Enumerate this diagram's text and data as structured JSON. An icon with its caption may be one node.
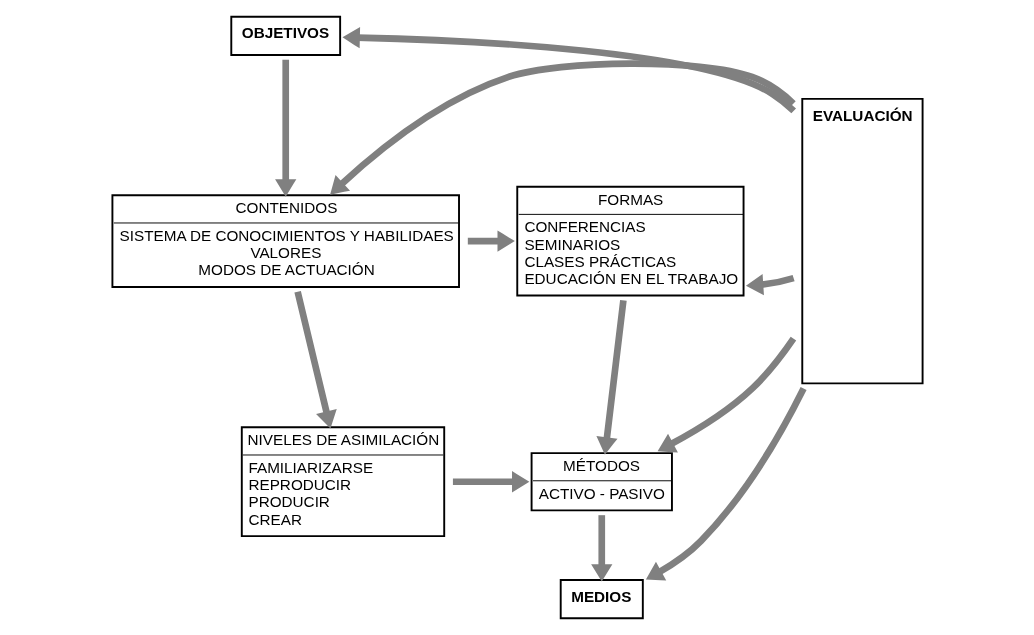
{
  "diagram": {
    "nodes": [
      {
        "text": [
          "OBJETIVOS"
        ]
      },
      {
        "text": [
          "EVALUACIÓN"
        ]
      },
      {
        "text": [
          "CONTENIDOS",
          "SISTEMA DE CONOCIMIENTOS Y HABILIDAES",
          "VALORES",
          "MODOS DE ACTUACIÓN"
        ]
      },
      {
        "text": [
          "FORMAS",
          "CONFERENCIAS",
          "SEMINARIOS",
          "CLASES PRÁCTICAS",
          "EDUCACIÓN EN EL TRABAJO"
        ]
      },
      {
        "text": [
          "NIVELES DE ASIMILACIÓN",
          "FAMILIARIZARSE",
          "REPRODUCIR",
          "PRODUCIR",
          "CREAR"
        ]
      },
      {
        "text": [
          "MÉTODOS",
          "ACTIVO - PASIVO"
        ]
      },
      {
        "text": [
          "MEDIOS"
        ]
      }
    ],
    "edges": [
      {
        "from": 1,
        "to": 0,
        "arrow": "to"
      },
      {
        "from": 0,
        "to": 2,
        "arrow": "to"
      },
      {
        "from": 1,
        "to": 2,
        "arrow": "to"
      },
      {
        "from": 2,
        "to": 3,
        "arrow": "to"
      },
      {
        "from": 1,
        "to": 3,
        "arrow": "to"
      },
      {
        "from": 2,
        "to": 4,
        "arrow": "to"
      },
      {
        "from": 3,
        "to": 5,
        "arrow": "to"
      },
      {
        "from": 4,
        "to": 5,
        "arrow": "to"
      },
      {
        "from": 1,
        "to": 5,
        "arrow": "to"
      },
      {
        "from": 5,
        "to": 6,
        "arrow": "to"
      },
      {
        "from": 1,
        "to": 6,
        "arrow": "to"
      }
    ]
  }
}
